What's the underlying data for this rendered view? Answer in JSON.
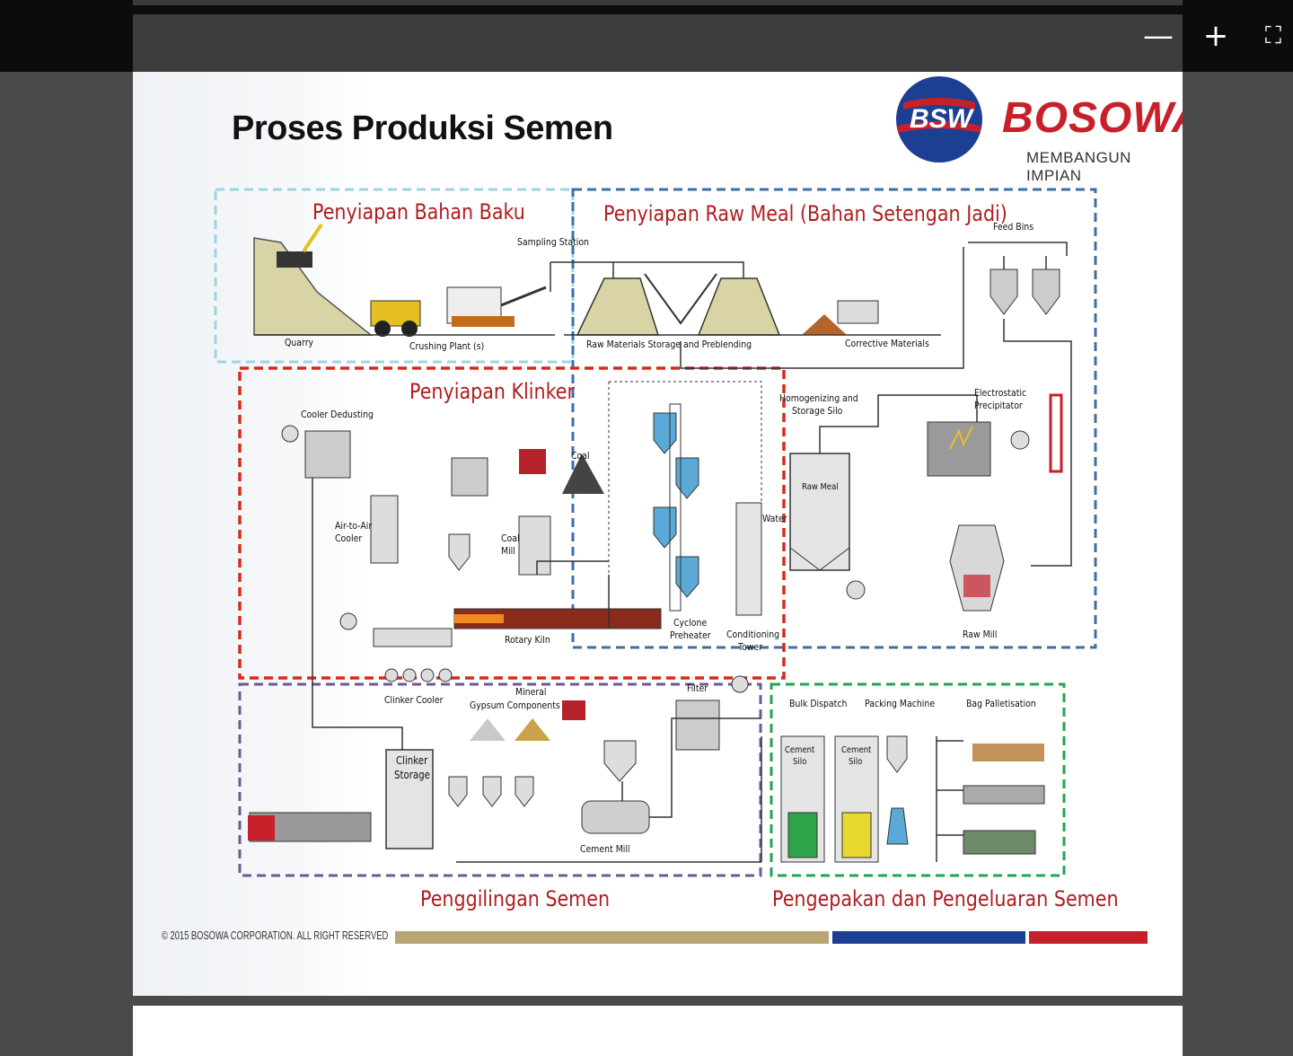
{
  "window": {
    "minimize_symbol": "—",
    "zoom_in_symbol": "+",
    "fullscreen_symbol": "⛶"
  },
  "slide": {
    "title": "Proses Produksi Semen",
    "brand": {
      "logo_text": "BSW",
      "name": "BOSOWA",
      "tagline": "MEMBANGUN IMPIAN",
      "colors": {
        "red": "#c8202a",
        "blue": "#1c3f94"
      }
    },
    "sections": {
      "bahan_baku": "Penyiapan Bahan Baku",
      "raw_meal": "Penyiapan Raw Meal (Bahan Setengan Jadi)",
      "klinker": "Penyiapan Klinker",
      "penggilingan": "Penggilingan Semen",
      "pengepakan": "Pengepakan dan Pengeluaran Semen"
    },
    "section_colors": {
      "bahan_baku": "#9fd3e0",
      "raw_meal": "#3d6fa3",
      "klinker": "#d9291c",
      "penggilingan": "#6b5a95",
      "pengepakan": "#1fa653",
      "heading": "#b01d20"
    },
    "labels": {
      "sampling_station": "Sampling Station",
      "feed_bins": "Feed Bins",
      "quarry": "Quarry",
      "crushing_plant": "Crushing Plant (s)",
      "raw_materials_storage": "Raw Materials Storage and Preblending",
      "corrective_materials": "Corrective Materials",
      "cooler_dedusting": "Cooler Dedusting",
      "coal": "Coal",
      "homogenizing_1": "Homogenizing and",
      "homogenizing_2": "Storage Silo",
      "electrostatic_1": "Electrostatic",
      "electrostatic_2": "Precipitator",
      "raw_meal": "Raw Meal",
      "air_cooler_1": "Air-to-Air",
      "air_cooler_2": "Cooler",
      "coal_mill_1": "Coal",
      "coal_mill_2": "Mill",
      "water": "Water",
      "cyclone_1": "Cyclone",
      "cyclone_2": "Preheater",
      "conditioning_1": "Conditioning",
      "conditioning_2": "Tower",
      "rotary_kiln": "Rotary Kiln",
      "raw_mill": "Raw Mill",
      "clinker_cooler": "Clinker Cooler",
      "mineral_1": "Mineral",
      "mineral_2": "Gypsum Components",
      "filter": "Filter",
      "bulk_dispatch": "Bulk Dispatch",
      "packing_machine": "Packing Machine",
      "bag_palletisation": "Bag Palletisation",
      "cement_silo_a1": "Cement",
      "cement_silo_a2": "Silo",
      "cement_silo_b1": "Cement",
      "cement_silo_b2": "Silo",
      "clinker_storage_1": "Clinker",
      "clinker_storage_2": "Storage",
      "cement_mill": "Cement Mill"
    },
    "footer": {
      "copyright": "© 2015 BOSOWA CORPORATION. ALL RIGHT RESERVED",
      "bar_colors": [
        "#b9a574",
        "#1c3f94",
        "#c8202a"
      ]
    }
  }
}
